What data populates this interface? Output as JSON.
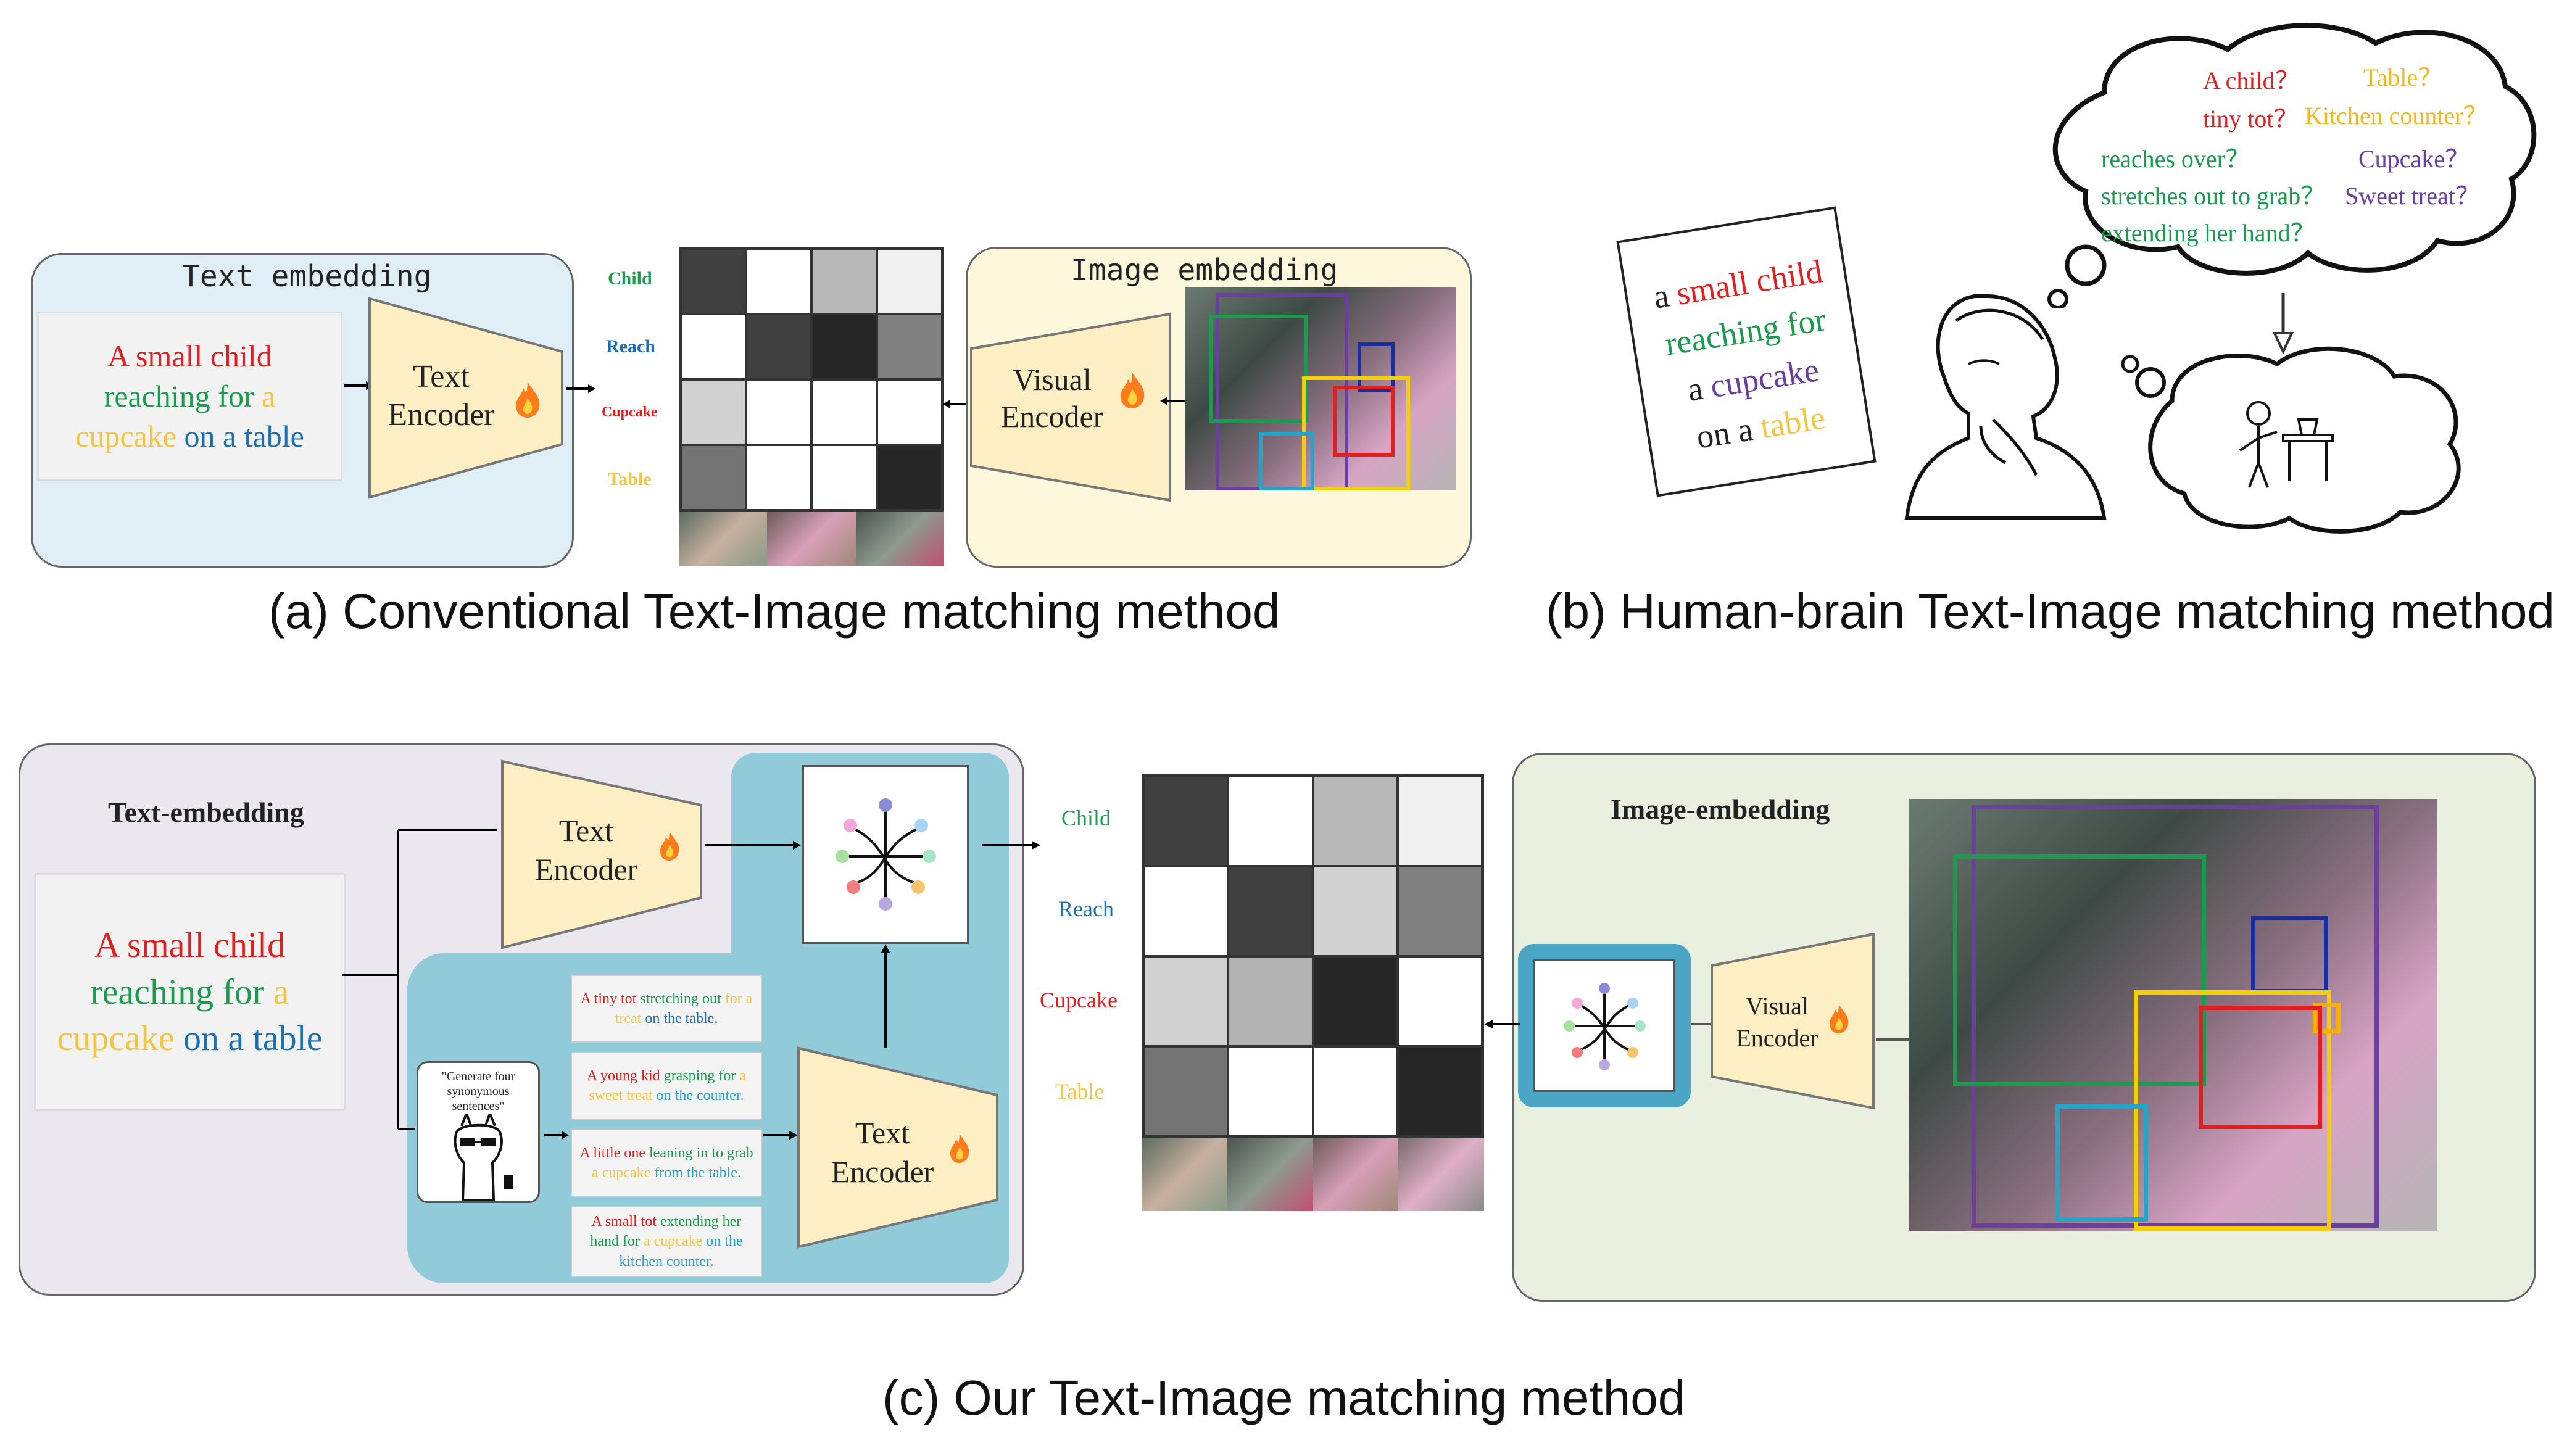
{
  "panel_a": {
    "text_title": "Text embedding",
    "image_title": "Image embedding",
    "sentence": [
      {
        "t": "A small child",
        "c": "red"
      },
      {
        "t": "reaching for",
        "c": "green"
      },
      {
        "t": "a",
        "c": "yellow"
      },
      {
        "t": "cupcake",
        "c": "yellow"
      },
      {
        "t": "on a table",
        "c": "blue"
      }
    ],
    "text_encoder": "Text Encoder",
    "visual_encoder": "Visual Encoder",
    "row_labels": [
      "Child",
      "Reach",
      "Cupcake",
      "Table"
    ],
    "matrix": [
      [
        0.25,
        1,
        0.72,
        0.94
      ],
      [
        1,
        0.25,
        0.15,
        0.5
      ],
      [
        0.82,
        1,
        1,
        1
      ],
      [
        0.45,
        1,
        1,
        0.15
      ]
    ],
    "caption": "(a) Conventional Text-Image matching method"
  },
  "panel_b": {
    "paper_lines": [
      [
        {
          "t": "a ",
          "c": "#222"
        },
        {
          "t": "small child",
          "c": "red"
        }
      ],
      [
        {
          "t": "reaching for",
          "c": "green"
        }
      ],
      [
        {
          "t": "a ",
          "c": "#222"
        },
        {
          "t": "cupcake",
          "c": "purple"
        }
      ],
      [
        {
          "t": "on a ",
          "c": "#222"
        },
        {
          "t": "table",
          "c": "yellow"
        }
      ]
    ],
    "thought_red": [
      "A child？",
      "tiny tot？"
    ],
    "thought_yellow": [
      "Table？",
      "Kitchen counter？"
    ],
    "thought_green": [
      "reaches over？",
      "stretches out to grab？",
      "extending her hand？"
    ],
    "thought_purple": [
      "Cupcake？",
      "Sweet treat？"
    ],
    "caption": "(b) Human-brain Text-Image matching method"
  },
  "panel_c": {
    "text_title": "Text-embedding",
    "image_title": "Image-embedding",
    "sentence": [
      {
        "t": "A small child",
        "c": "red"
      },
      {
        "t": "reaching for",
        "c": "green"
      },
      {
        "t": "a",
        "c": "yellow"
      },
      {
        "t": "cupcake",
        "c": "yellow"
      },
      {
        "t": "on a table",
        "c": "blue"
      }
    ],
    "text_encoder": "Text Encoder",
    "text_encoder2": "Text Encoder",
    "visual_encoder": "Visual Encoder",
    "prompt": "\"Generate four synonymous sentences\"",
    "synonyms": [
      [
        {
          "t": "A tiny tot ",
          "c": "red"
        },
        {
          "t": "stretching out ",
          "c": "green"
        },
        {
          "t": "for a treat ",
          "c": "yellow"
        },
        {
          "t": "on the table.",
          "c": "blue"
        }
      ],
      [
        {
          "t": "A young kid ",
          "c": "red"
        },
        {
          "t": "grasping for ",
          "c": "green"
        },
        {
          "t": "a sweet treat ",
          "c": "yellow"
        },
        {
          "t": "on the counter.",
          "c": "cyan"
        }
      ],
      [
        {
          "t": "A little one ",
          "c": "red"
        },
        {
          "t": "leaning in to grab ",
          "c": "green"
        },
        {
          "t": "a cupcake ",
          "c": "yellow"
        },
        {
          "t": "from the table.",
          "c": "cyan"
        }
      ],
      [
        {
          "t": "A small tot ",
          "c": "red"
        },
        {
          "t": "extending her hand for ",
          "c": "green"
        },
        {
          "t": "a cupcake ",
          "c": "yellow"
        },
        {
          "t": "on the kitchen counter.",
          "c": "cyan"
        }
      ]
    ],
    "row_labels": [
      "Child",
      "Reach",
      "Cupcake",
      "Table"
    ],
    "matrix": [
      [
        0.25,
        1,
        0.72,
        0.94
      ],
      [
        1,
        0.25,
        0.82,
        0.5
      ],
      [
        0.82,
        0.7,
        0.15,
        1
      ],
      [
        0.45,
        1,
        1,
        0.15
      ]
    ],
    "caption": "(c) Our Text-Image matching method"
  },
  "colors": {
    "red": "#e02020",
    "green": "#1a9b50",
    "yellow": "#f5c542",
    "blue": "#1b6fb3",
    "purple": "#6b3fa0",
    "cyan": "#27a3c9",
    "panel_a_text_bg": "#e0eff5",
    "panel_a_image_bg": "#fdf8dc",
    "panel_c_text_bg": "#eae7ee",
    "panel_c_image_bg": "#eaf0df",
    "teal": "#91cad9"
  }
}
